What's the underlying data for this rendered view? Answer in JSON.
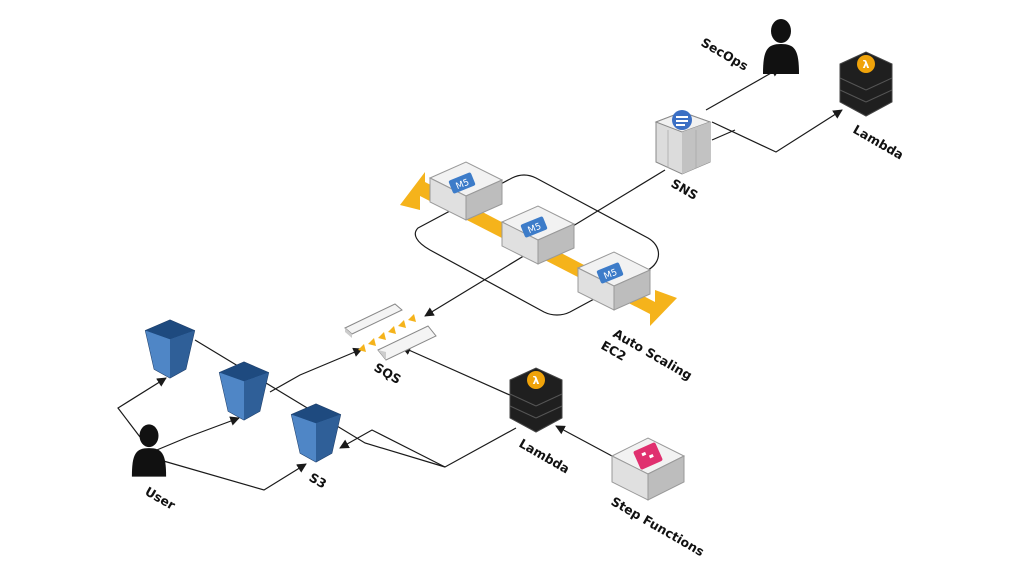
{
  "labels": {
    "secops": "SecOps",
    "lambda_top": "Lambda",
    "sns": "SNS",
    "auto_scaling": "Auto Scaling",
    "ec2": "EC2",
    "sqs": "SQS",
    "lambda_mid": "Lambda",
    "user": "User",
    "s3": "S3",
    "step_functions": "Step Functions"
  },
  "instances": [
    "M5",
    "M5",
    "M5"
  ],
  "colors": {
    "s3_blue": "#3f74b5",
    "autoscaling_orange": "#f5b31b",
    "lambda_black": "#1f1f1f",
    "lambda_orange": "#f0a30a",
    "sns_blue": "#3b6fc4",
    "step_pink": "#e0306f",
    "m5_blue": "#3d7cc9",
    "line": "#1a1a1a"
  },
  "icons": [
    "user-icon",
    "s3-bucket-icon",
    "sqs-queue-icon",
    "ec2-instance-icon",
    "sns-icon",
    "lambda-icon",
    "step-functions-icon",
    "secops-user-icon"
  ]
}
